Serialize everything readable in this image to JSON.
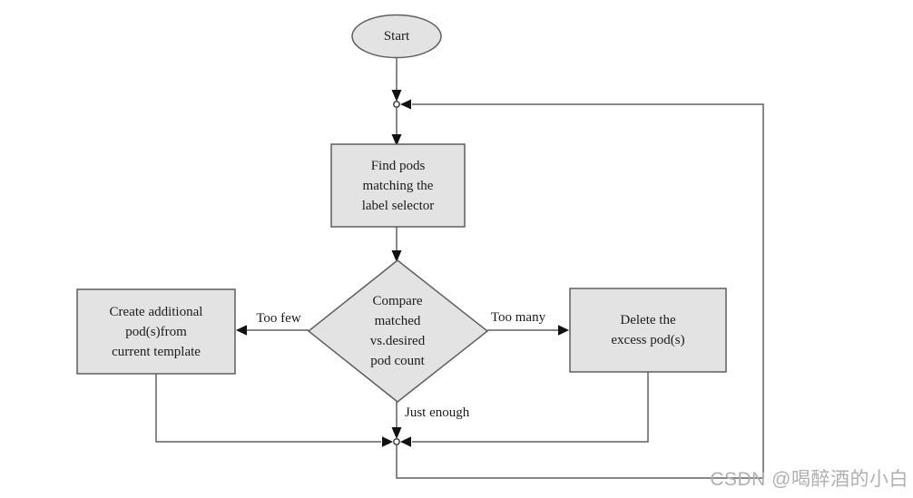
{
  "diagram": {
    "nodes": {
      "start": {
        "label": "Start"
      },
      "find_pods": {
        "lines": [
          "Find pods",
          "matching the",
          "label selector"
        ]
      },
      "compare": {
        "lines": [
          "Compare",
          "matched",
          "vs.desired",
          "pod count"
        ]
      },
      "create_pods": {
        "lines": [
          "Create additional",
          "pod(s)from",
          "current template"
        ]
      },
      "delete_pods": {
        "lines": [
          "Delete the",
          "excess pod(s)"
        ]
      }
    },
    "edge_labels": {
      "too_few": "Too few",
      "too_many": "Too many",
      "just_enough": "Just enough"
    }
  },
  "watermark": "CSDN @喝醉酒的小白",
  "colors": {
    "node_fill": "#e3e3e3",
    "node_border": "#5f5f5f",
    "connector": "#606060",
    "arrowhead": "#111111",
    "text": "#1c1c1c",
    "watermark": "#b0b0b0"
  }
}
